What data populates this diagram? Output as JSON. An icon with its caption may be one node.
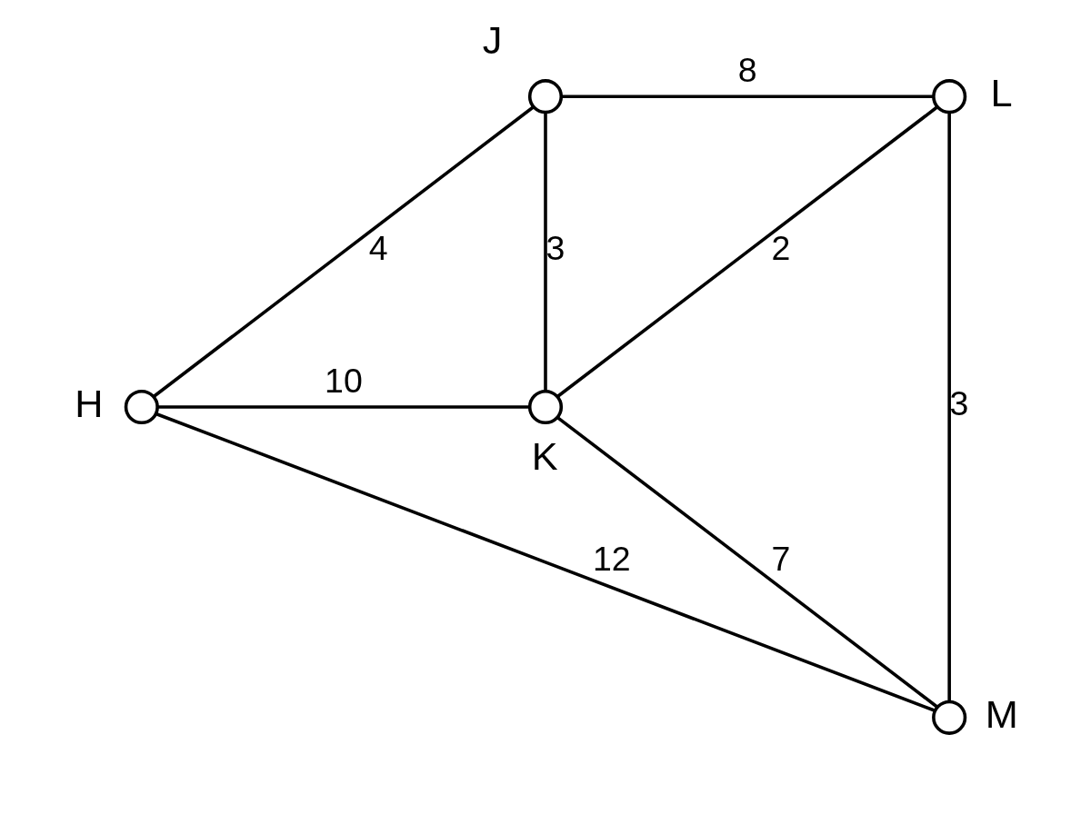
{
  "diagram": {
    "nodes": [
      {
        "text": [],
        "shape": "circle",
        "beside": [
          "J"
        ]
      },
      {
        "text": [],
        "shape": "circle",
        "beside": [
          "L"
        ]
      },
      {
        "text": [],
        "shape": "circle",
        "beside": [
          "H"
        ]
      },
      {
        "text": [],
        "shape": "circle",
        "beside": [
          "K"
        ]
      },
      {
        "text": [],
        "shape": "circle",
        "beside": [
          "M"
        ]
      }
    ],
    "edges": [
      {
        "from": 0,
        "to": 1,
        "arrow": "none",
        "label": "8"
      },
      {
        "from": 2,
        "to": 0,
        "arrow": "none",
        "label": "4"
      },
      {
        "from": 0,
        "to": 3,
        "arrow": "none",
        "label": "3"
      },
      {
        "from": 3,
        "to": 1,
        "arrow": "none",
        "label": "2"
      },
      {
        "from": 1,
        "to": 4,
        "arrow": "none",
        "label": "3"
      },
      {
        "from": 2,
        "to": 3,
        "arrow": "none",
        "label": "10"
      },
      {
        "from": 3,
        "to": 4,
        "arrow": "none",
        "label": "7"
      },
      {
        "from": 2,
        "to": 4,
        "arrow": "none",
        "label": "12"
      }
    ]
  }
}
